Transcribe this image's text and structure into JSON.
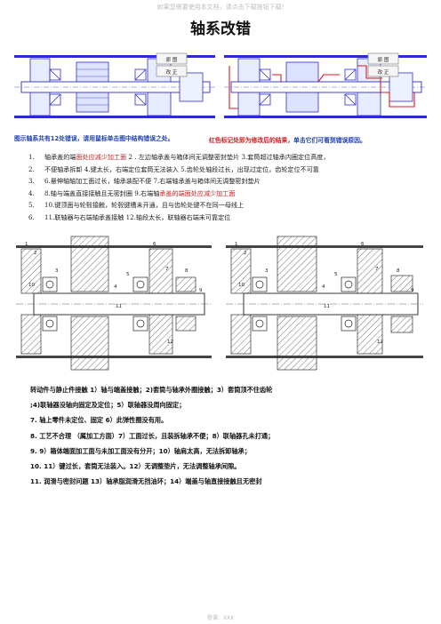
{
  "watermark": "如果您需要使用本文档，请点击下载按钮下载!",
  "title": "轴系改错",
  "top_figure": {
    "left_buttons": [
      "原 图",
      "改 正"
    ],
    "right_buttons": [
      "原 图",
      "改 正"
    ]
  },
  "hints": {
    "left": "图示轴系共有12处错误，请用鼠标单击图中结构错误之处。",
    "right_red": "红色标记处即为修改后的结果",
    "right_rest": "，单击它们可看到错误原因。"
  },
  "errors": [
    {
      "num": "1.",
      "pre": "轴承盖的端",
      "red": "面处应减少加工面",
      "post": "  2 . 左边轴承盖与箱体间无调整密封垫片 3.套筒超过轴承内圈定位高度，"
    },
    {
      "num": "2.",
      "pre": "不便轴承拆卸 4.键太长，右端定位套筒无法装入 5.齿轮处轴段过长，出现过定位，齿轮定位不可靠",
      "red": "",
      "post": ""
    },
    {
      "num": "3.",
      "pre": "6.悬伸轴轴加工面过长，轴承装配不便 7.右端轴承盖与箱体间无调整密封垫片",
      "red": "",
      "post": ""
    },
    {
      "num": "4.",
      "pre": "8.轴与端盖直接接触且无密封圈 9.右端轴",
      "red": "承盖的端面处应减少加工面",
      "post": ""
    },
    {
      "num": "5.",
      "pre": "10.键顶面与轮毂接触，轮毂键槽未开通，且与齿轮处键不在同一母线上",
      "red": "",
      "post": ""
    },
    {
      "num": "6.",
      "pre": "11.联轴器与右端轴承盖接触 12.轴段太长，联轴器右端未可靠定位",
      "red": "",
      "post": ""
    }
  ],
  "drawing_labels": {
    "left": [
      "1",
      "2",
      "3",
      "4",
      "5",
      "6",
      "7",
      "8",
      "9",
      "10",
      "11",
      "12"
    ],
    "right": [
      "1",
      "2",
      "3",
      "4",
      "5",
      "6",
      "7",
      "8",
      "9",
      "10",
      "11",
      "12"
    ]
  },
  "summary": [
    "转动件与静止件接触 1）轴与端盖接触；2)套筒与轴承外圈接触；3）套筒顶不住齿轮",
    "  ;4)联轴器没轴向固定及定位；5）联轴器没周向固定；",
    "7.  轴上零件未定位、固定 6）此弹性圈没有用。",
    "8.  工艺不合理 （属加工方面）7）工面过长，且装拆轴承不便；8）联轴器孔未打通；",
    "9.   9）箱体端面加工面与未加工面没有分开；10）轴肩太高，无法拆卸轴承；",
    "10.  11）键过长，套筒无法装入。12）无调整垫片，无法调整轴承间隙。",
    "11.  润滑与密封问题 13）轴承脂润滑无挡油环；14）端盖与轴直接接触且无密封"
  ],
  "footer": "授课：XXX"
}
